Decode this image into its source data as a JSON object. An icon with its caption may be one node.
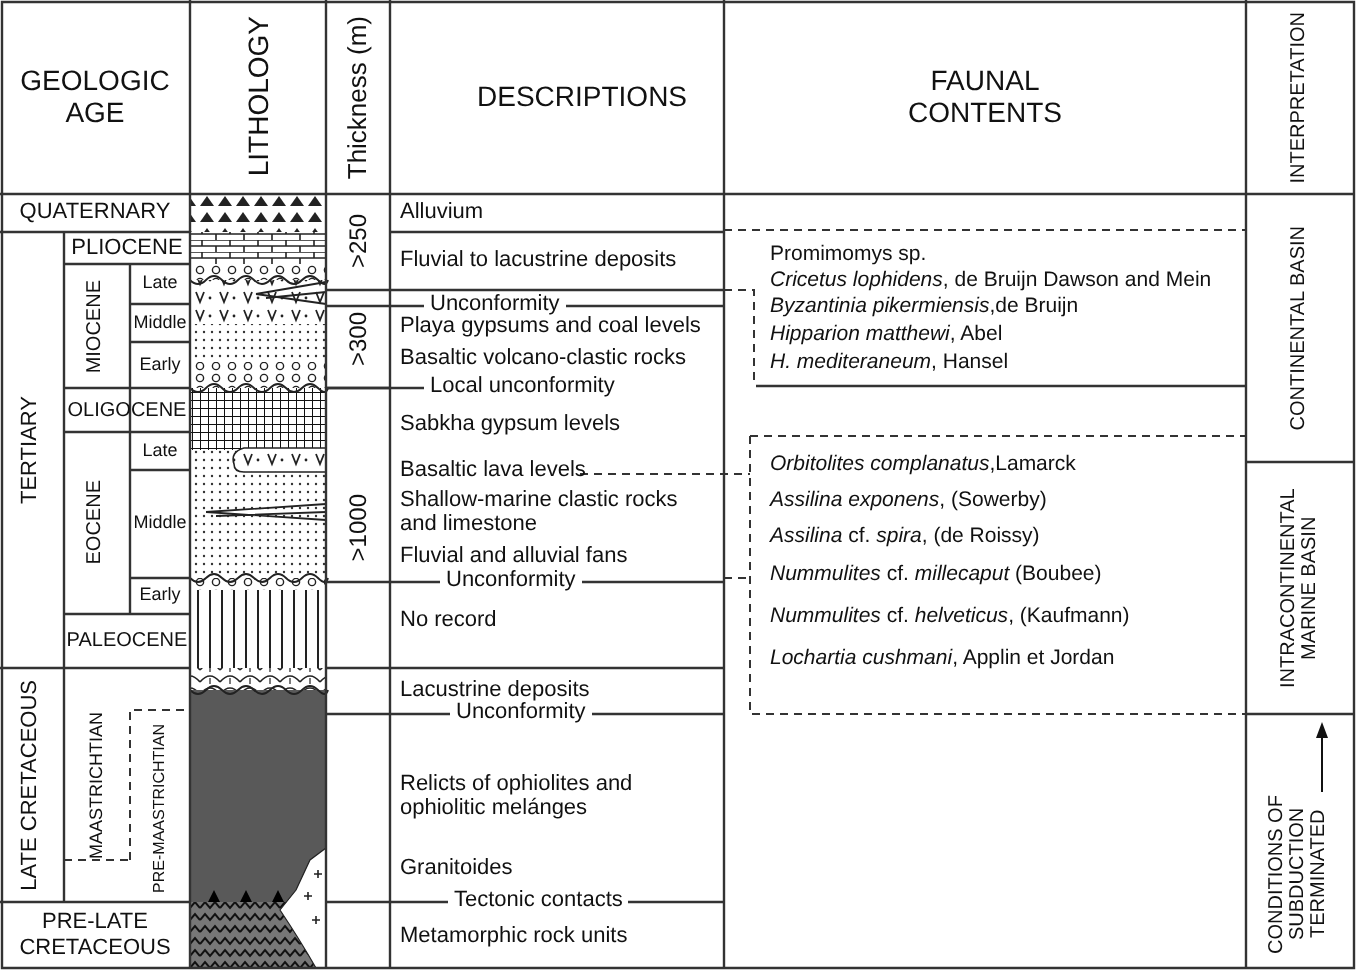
{
  "diagram": {
    "labels": [
      "GEOLOGIC AGE",
      "LITHOLOGY",
      "Thickness (m)",
      "DESCRIPTIONS",
      "FAUNAL CONTENTS",
      "INTERPRETATION",
      "QUATERNARY",
      "Alluvium",
      "TERTIARY",
      "PLIOCENE",
      ">250",
      "Fluvial to lacustrine deposits",
      "Promimomys sp.",
      "*Cricetus lophidens*, de Bruijn Dawson and Mein",
      "CONTINENTAL BASIN",
      "MIOCENE",
      "Late",
      "Unconformity",
      ">300",
      "Middle",
      "Playa gypsums and coal levels",
      "*Byzantinia pikermiensis*,de Bruijn",
      "Basaltic volcano-clastic rocks",
      "*Hipparion matthewi*, Abel",
      "Early",
      "*H. mediteraneum*, Hansel",
      "Local unconformity",
      "OLIGOCENE",
      "Sabkha gypsum levels",
      "EOCENE",
      ">1000",
      "Late",
      "Basaltic lava levels",
      "*Orbitolites complanatus*,Lamarck",
      "INTRACONTINENTAL MARINE BASIN",
      "*Assilina exponens*, (Sowerby)",
      "Middle",
      "Shallow-marine clastic rocks and limestone",
      "*Assilina* cf. *spira*, (de Roissy)",
      "Fluvial and alluvial fans",
      "Early",
      "Unconformity",
      "*Nummulites* cf. *millecaput* (Boubee)",
      "PALEOCENE",
      "No record",
      "*Nummulites* cf. *helveticus*, (Kaufmann)",
      "*Lochartia cushmani*, Applin et Jordan",
      "LATE CRETACEOUS",
      "MAASTRICHTIAN",
      "PRE-MAASTRICHTIAN",
      "Lacustrine deposits",
      "Unconformity",
      "CONDITIONS OF SUBDUCTION TERMINATED",
      "Relicts of ophiolites and ophiolitic melánges",
      "Granitoides",
      "Tectonic contacts",
      "PRE-LATE CRETACEOUS",
      "Metamorphic rock units"
    ]
  }
}
